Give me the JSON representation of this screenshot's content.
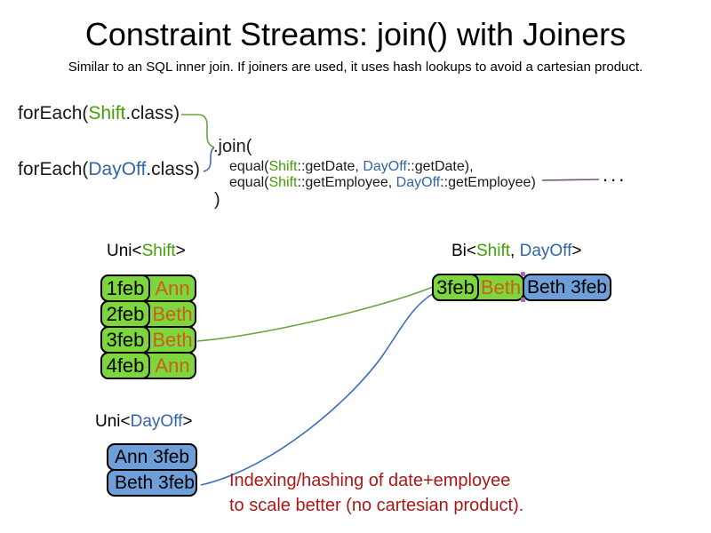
{
  "slide": {
    "title": "Constraint Streams: join() with Joiners",
    "subtitle": "Similar to an SQL inner join. If joiners are used, it uses hash lookups to avoid a cartesian product."
  },
  "code": {
    "foreach_shift": {
      "pre": "forEach(",
      "cls": "Shift",
      "post": ".class)"
    },
    "foreach_dayoff": {
      "pre": "forEach(",
      "cls": "DayOff",
      "post": ".class)"
    },
    "join_open": ".join(",
    "equal_date": {
      "pre": "equal(",
      "shift": "Shift",
      "mid": "::getDate, ",
      "dayoff": "DayOff",
      "post": "::getDate),"
    },
    "equal_employee": {
      "pre": "equal(",
      "shift": "Shift",
      "mid": "::getEmployee, ",
      "dayoff": "DayOff",
      "post": "::getEmployee)"
    },
    "join_close": ")",
    "ellipsis": "..."
  },
  "tables": {
    "shift": {
      "title": {
        "pre": "Uni<",
        "type": "Shift",
        "post": ">"
      },
      "rows": [
        {
          "date": "1feb",
          "employee": "Ann"
        },
        {
          "date": "2feb",
          "employee": "Beth"
        },
        {
          "date": "3feb",
          "employee": "Beth"
        },
        {
          "date": "4feb",
          "employee": "Ann"
        }
      ]
    },
    "bi": {
      "title": {
        "pre": "Bi<",
        "shift": "Shift",
        "sep": ", ",
        "dayoff": "DayOff",
        "post": ">"
      },
      "row": {
        "date": "3feb",
        "employee": "Beth",
        "dayoff": "Beth 3feb"
      }
    },
    "dayoff": {
      "title": {
        "pre": "Uni<",
        "type": "DayOff",
        "post": ">"
      },
      "rows": [
        {
          "label": "Ann 3feb"
        },
        {
          "label": "Beth 3feb"
        }
      ]
    }
  },
  "note": {
    "line1": "Indexing/hashing of date+employee",
    "line2": "to scale better (no cartesian product)."
  },
  "colors": {
    "shift_green": "#449e06",
    "dayoff_blue": "#3465a4",
    "employee_orange": "#cc5f17",
    "note_red": "#ad1717",
    "cell_green": "#7dd63d",
    "cell_blue": "#6f9fd8",
    "joiner_purple": "#75507b",
    "line_green": "#69a33e",
    "line_blue": "#3d6eb5"
  }
}
